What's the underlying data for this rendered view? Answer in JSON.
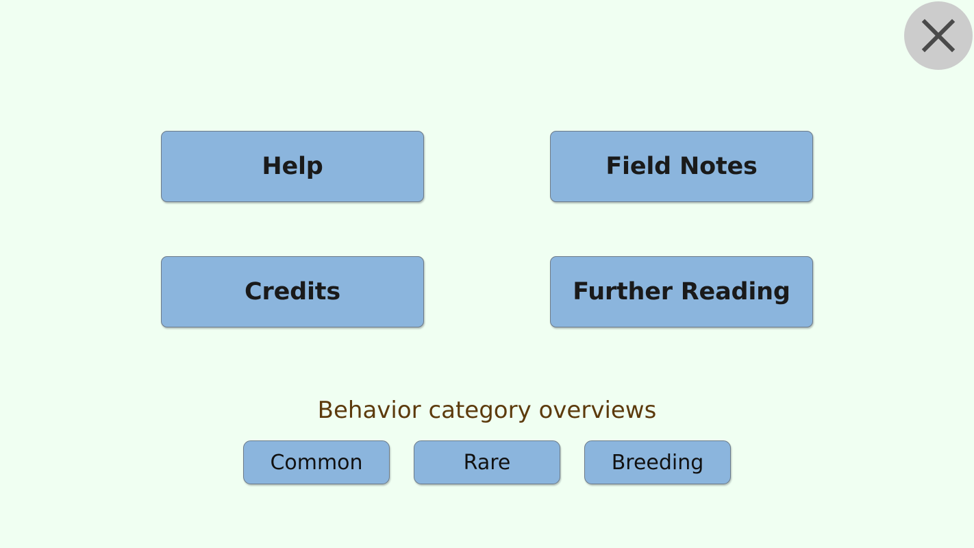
{
  "page": {
    "background_color": "#f0fff2",
    "accent_button_color": "#8bb5dd",
    "heading_color": "#5c3a0c",
    "close_circle_color": "#cccccc",
    "close_icon_color": "#4a4a4a"
  },
  "close": {
    "icon": "close-icon",
    "label": "✕"
  },
  "main_buttons": [
    {
      "label": "Help",
      "name": "help-button"
    },
    {
      "label": "Field Notes",
      "name": "field-notes-button"
    },
    {
      "label": "Credits",
      "name": "credits-button"
    },
    {
      "label": "Further Reading",
      "name": "further-reading-button"
    }
  ],
  "overviews": {
    "heading": "Behavior category overviews",
    "buttons": [
      {
        "label": "Common",
        "name": "overview-common-button"
      },
      {
        "label": "Rare",
        "name": "overview-rare-button"
      },
      {
        "label": "Breeding",
        "name": "overview-breeding-button"
      }
    ]
  }
}
